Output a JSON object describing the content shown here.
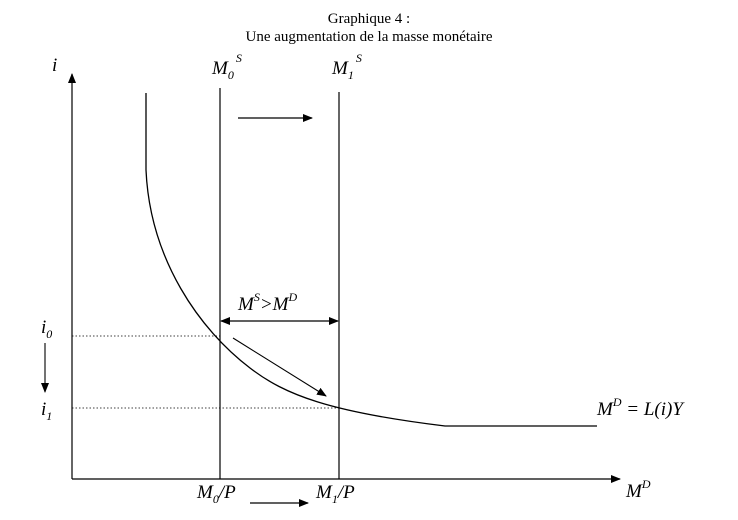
{
  "title": "Graphique 4 :",
  "subtitle": "Une augmentation de la masse monétaire",
  "axes": {
    "y_label": "i",
    "x_label_base": "M",
    "x_label_sup": "D"
  },
  "supply_curves": {
    "m0": {
      "base": "M",
      "sub": "0",
      "sup": "S"
    },
    "m1": {
      "base": "M",
      "sub": "1",
      "sup": "S"
    }
  },
  "interest_rates": {
    "i0": {
      "base": "i",
      "sub": "0"
    },
    "i1": {
      "base": "i",
      "sub": "1"
    }
  },
  "x_ticks": {
    "m0p": {
      "base": "M",
      "sub": "0",
      "tail": "/P"
    },
    "m1p": {
      "base": "M",
      "sub": "1",
      "tail": "/P"
    }
  },
  "excess_label": {
    "a": "M",
    "a_sup": "S",
    "mid": ">M",
    "b_sup": "D"
  },
  "demand_label": {
    "base": "M",
    "sup": "D",
    "tail": " = L(i)Y"
  }
}
